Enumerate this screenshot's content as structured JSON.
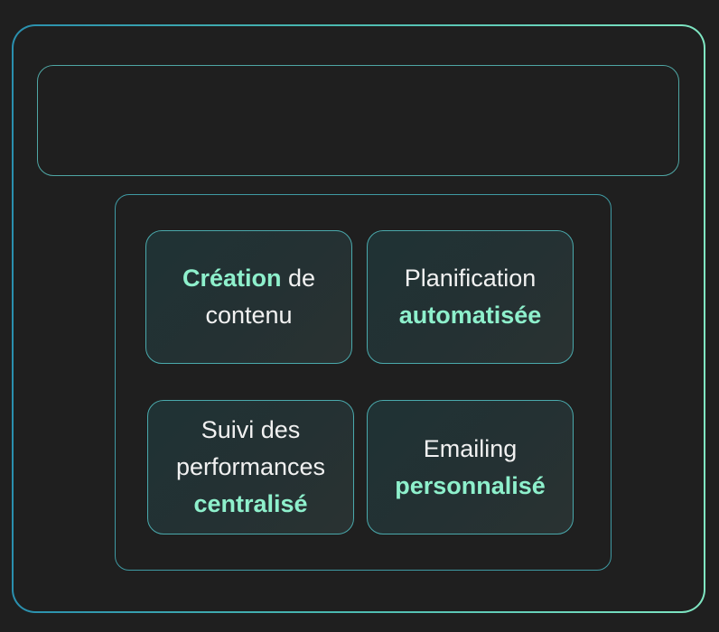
{
  "cards": [
    {
      "lead": "",
      "highlight": "Création",
      "trail": " de",
      "line2": "contenu",
      "line2_highlight": ""
    },
    {
      "line1": "Planification",
      "highlight": "automatisée"
    },
    {
      "line1": "Suivi des",
      "line2": "performances",
      "highlight": "centralisé"
    },
    {
      "line1": "Emailing",
      "highlight": "personnalisé"
    }
  ],
  "colors": {
    "background": "#1f1f1f",
    "accent": "#8ef0cc",
    "border": "#4aa9ac"
  }
}
